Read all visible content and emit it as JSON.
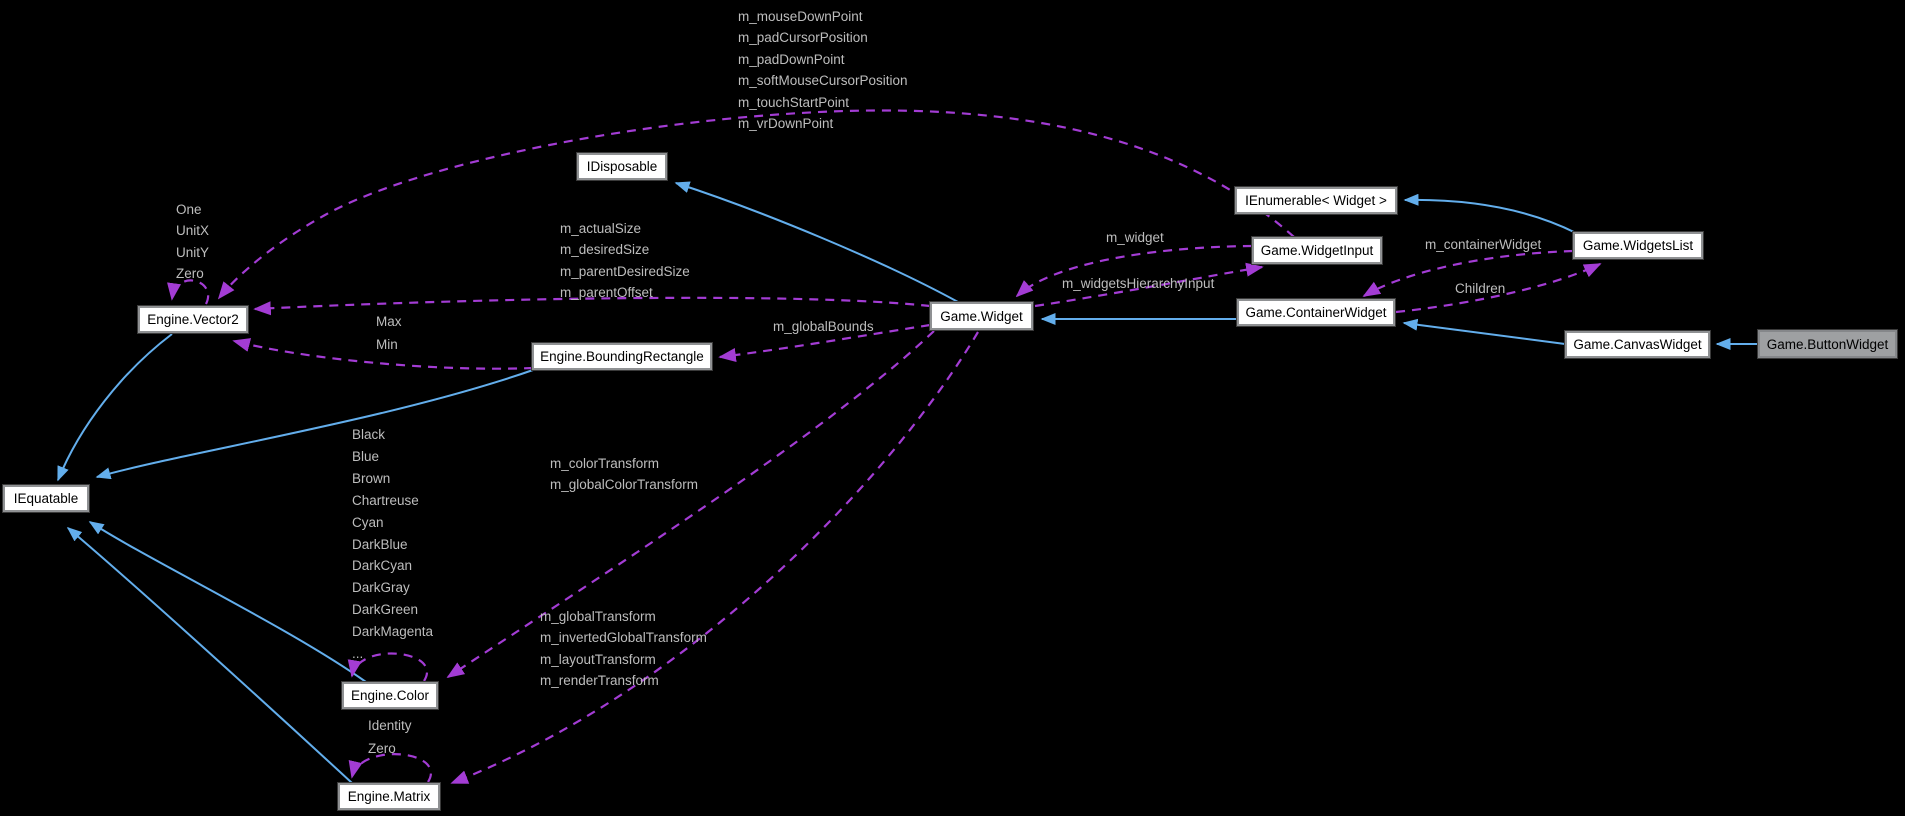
{
  "diagram": {
    "kind": "class-collaboration-graph",
    "background": "#000000",
    "colors": {
      "inheritance_edge": "#63aeec",
      "usage_edge": "#a33cd4",
      "edge_label_text": "#bdbdbd",
      "node_background": "#ffffff",
      "node_border": "#8f9193",
      "node_text": "#000000",
      "highlighted_node_background": "#9ea0a2"
    },
    "nodes": {
      "idisposable": {
        "label": "IDisposable"
      },
      "vector2": {
        "label": "Engine.Vector2"
      },
      "widget": {
        "label": "Game.Widget"
      },
      "bounding_rectangle": {
        "label": "Engine.BoundingRectangle"
      },
      "iequatable": {
        "label": "IEquatable"
      },
      "color": {
        "label": "Engine.Color"
      },
      "matrix": {
        "label": "Engine.Matrix"
      },
      "ienumerable_widget": {
        "label": "IEnumerable< Widget >"
      },
      "widget_input": {
        "label": "Game.WidgetInput"
      },
      "widgets_list": {
        "label": "Game.WidgetsList"
      },
      "container_widget": {
        "label": "Game.ContainerWidget"
      },
      "canvas_widget": {
        "label": "Game.CanvasWidget"
      },
      "button_widget": {
        "label": "Game.ButtonWidget"
      }
    },
    "edge_labels": {
      "widgetinput_to_vector2": [
        "m_mouseDownPoint",
        "m_padCursorPosition",
        "m_padDownPoint",
        "m_softMouseCursorPosition",
        "m_touchStartPoint",
        "m_vrDownPoint"
      ],
      "vector2_self": [
        "One",
        "UnitX",
        "UnitY",
        "Zero"
      ],
      "widget_to_vector2": [
        "m_actualSize",
        "m_desiredSize",
        "m_parentDesiredSize",
        "m_parentOffset"
      ],
      "boundingrectangle_to_vector2": [
        "Max",
        "Min"
      ],
      "widget_to_boundingrectangle": [
        "m_globalBounds"
      ],
      "widgetinput_to_widget": [
        "m_widget"
      ],
      "widget_to_widgetinput": [
        "m_widgetsHierarchyInput"
      ],
      "widgetslist_to_containerwidget": [
        "m_containerWidget"
      ],
      "containerwidget_to_widgetslist": [
        "Children"
      ],
      "widget_to_color": [
        "m_colorTransform",
        "m_globalColorTransform"
      ],
      "color_self": [
        "Black",
        "Blue",
        "Brown",
        "Chartreuse",
        "Cyan",
        "DarkBlue",
        "DarkCyan",
        "DarkGray",
        "DarkGreen",
        "DarkMagenta",
        "..."
      ],
      "widget_to_matrix": [
        "m_globalTransform",
        "m_invertedGlobalTransform",
        "m_layoutTransform",
        "m_renderTransform"
      ],
      "matrix_self": [
        "Identity",
        "Zero"
      ]
    }
  }
}
